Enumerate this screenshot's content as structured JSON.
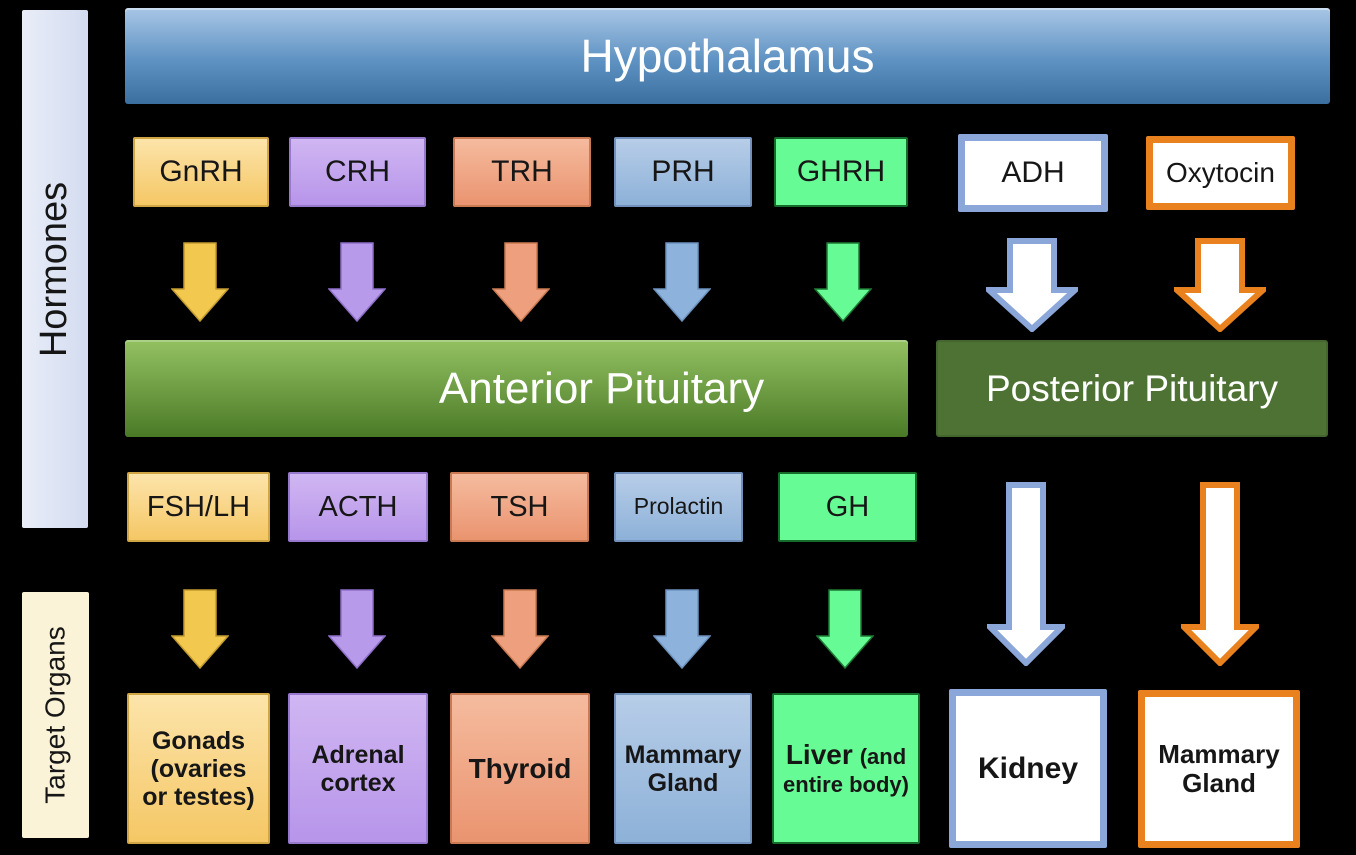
{
  "palette": {
    "background": "#000000",
    "yellow_fill": "#f5c765",
    "yellow_border": "#d0a544",
    "purple_fill": "#b795ea",
    "purple_border": "#9678cd",
    "salmon_fill": "#ea9470",
    "salmon_border": "#c97a52",
    "blue_fill": "#8db1d8",
    "blue_border": "#7191bc",
    "green_fill": "#67fb96",
    "green_border": "#156b2a",
    "white_box_blue_border": "#8ba6d8",
    "white_box_orange_border": "#e8811e",
    "hypothalamus_blue": "#4d85bb",
    "anterior_pituitary_green": "#5f9137",
    "posterior_pituitary_green": "#4d7233",
    "hormones_sidebar": "#dde4f4",
    "target_organs_sidebar": "#faf3d8"
  },
  "side_labels": {
    "hormones": "Hormones",
    "target_organs": "Target Organs"
  },
  "glands": {
    "hypothalamus": {
      "label": "Hypothalamus"
    },
    "anterior_pituitary": {
      "label": "Anterior Pituitary"
    },
    "posterior_pituitary": {
      "label": "Posterior Pituitary"
    }
  },
  "hypothalamic_hormones": [
    {
      "label": "GnRH"
    },
    {
      "label": "CRH"
    },
    {
      "label": "TRH"
    },
    {
      "label": "PRH"
    },
    {
      "label": "GHRH"
    },
    {
      "label": "ADH"
    },
    {
      "label": "Oxytocin"
    }
  ],
  "anterior_hormones": [
    {
      "label": "FSH/LH"
    },
    {
      "label": "ACTH"
    },
    {
      "label": "TSH"
    },
    {
      "label": "Prolactin"
    },
    {
      "label": "GH"
    }
  ],
  "target_organs": [
    {
      "label": "Gonads (ovaries or testes)"
    },
    {
      "label": "Adrenal cortex"
    },
    {
      "label": "Thyroid"
    },
    {
      "label": "Mammary Gland"
    },
    {
      "label_main": "Liver",
      "label_detail": "(and entire body)"
    },
    {
      "label": "Kidney"
    },
    {
      "label": "Mammary Gland"
    }
  ]
}
